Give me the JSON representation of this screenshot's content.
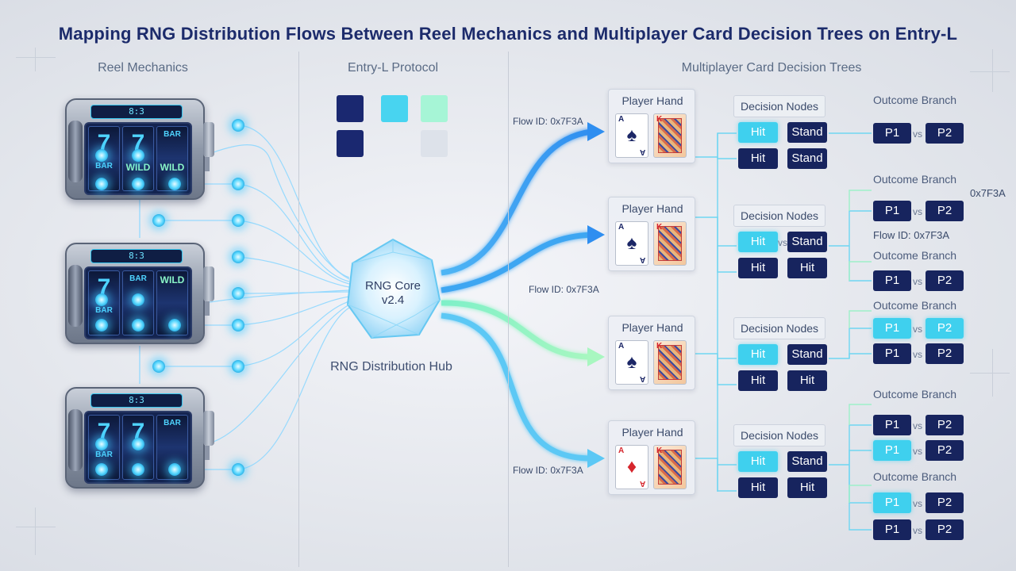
{
  "title": "Mapping RNG Distribution Flows Between Reel Mechanics and Multiplayer Card Decision Trees on Entry-L",
  "sections": {
    "reel": "Reel Mechanics",
    "protocol": "Entry-L Protocol",
    "trees": "Multiplayer Card Decision Trees"
  },
  "protocol_swatches": [
    "#1a2870",
    "#48d4f0",
    "#a6f5d6",
    "#1a2870",
    "#dde2ea"
  ],
  "slot_machines": [
    {
      "marquee": "8:3",
      "reels": [
        [
          "7",
          "BAR"
        ],
        [
          "7",
          "WILD"
        ],
        [
          "BAR",
          "WILD"
        ]
      ]
    },
    {
      "marquee": "8:3",
      "reels": [
        [
          "7",
          "BAR"
        ],
        [
          "BAR"
        ],
        [
          "WILD"
        ]
      ]
    },
    {
      "marquee": "8:3",
      "reels": [
        [
          "7",
          "BAR"
        ],
        [
          "7"
        ],
        [
          "BAR"
        ]
      ]
    }
  ],
  "core": {
    "name": "RNG Core",
    "version": "v2.4",
    "hub_label": "RNG Distribution Hub"
  },
  "flow_labels": [
    "Flow ID: 0x7F3A",
    "Flow ID: 0x7F3A",
    "Flow ID: 0x7F3A"
  ],
  "player_hands": [
    {
      "label": "Player Hand",
      "card1": {
        "rank": "A",
        "suit": "♠",
        "color": "black"
      },
      "card2": "K"
    },
    {
      "label": "Player Hand",
      "card1": {
        "rank": "A",
        "suit": "♠",
        "color": "black"
      },
      "card2": "K"
    },
    {
      "label": "Player Hand",
      "card1": {
        "rank": "A",
        "suit": "♠",
        "color": "black"
      },
      "card2": "K"
    },
    {
      "label": "Player Hand",
      "card1": {
        "rank": "A",
        "suit": "♦",
        "color": "red"
      },
      "card2": "K"
    }
  ],
  "decision_groups": [
    {
      "label": "Decision Nodes",
      "rows": [
        [
          "Hit",
          "Stand"
        ],
        [
          "Hit",
          "Stand"
        ]
      ],
      "vs_row": false
    },
    {
      "label": "Decision Nodes",
      "rows": [
        [
          "Hit",
          "Stand"
        ],
        [
          "Hit",
          "Hit"
        ]
      ],
      "vs_row": true
    },
    {
      "label": "Decision Nodes",
      "rows": [
        [
          "Hit",
          "Stand"
        ],
        [
          "Hit",
          "Hit"
        ]
      ],
      "vs_row": false
    },
    {
      "label": "Decision Nodes",
      "rows": [
        [
          "Hit",
          "Stand"
        ],
        [
          "Hit",
          "Hit"
        ]
      ],
      "vs_row": false
    }
  ],
  "outcome_label": "Outcome Branch",
  "matchup": {
    "p1": "P1",
    "vs": "vs",
    "p2": "P2"
  },
  "stray_labels": {
    "hex": "0x7F3A",
    "flow": "Flow ID: 0x7F3A"
  }
}
